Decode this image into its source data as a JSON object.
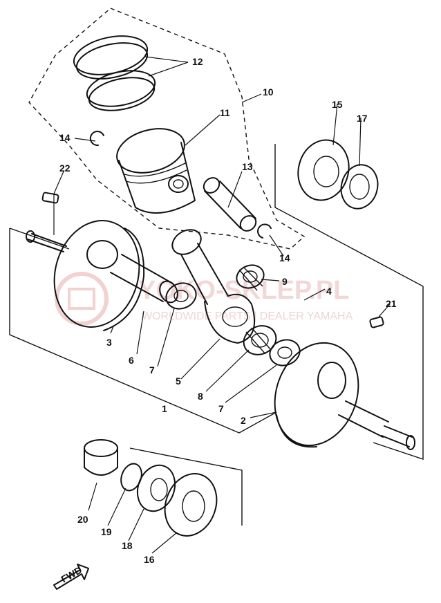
{
  "watermark": {
    "title": "YOKO-SKLEP.PL",
    "subtitle": "WORLDWIDE PARTS | DEALER YAMAHA"
  },
  "fwd_label": "FWD",
  "parts": [
    {
      "id": "p1",
      "label": "1"
    },
    {
      "id": "p2",
      "label": "2"
    },
    {
      "id": "p3",
      "label": "3"
    },
    {
      "id": "p4",
      "label": "4"
    },
    {
      "id": "p5",
      "label": "5"
    },
    {
      "id": "p6",
      "label": "6"
    },
    {
      "id": "p7a",
      "label": "7"
    },
    {
      "id": "p7b",
      "label": "7"
    },
    {
      "id": "p8",
      "label": "8"
    },
    {
      "id": "p9",
      "label": "9"
    },
    {
      "id": "p10",
      "label": "10"
    },
    {
      "id": "p11",
      "label": "11"
    },
    {
      "id": "p12",
      "label": "12"
    },
    {
      "id": "p13",
      "label": "13"
    },
    {
      "id": "p14a",
      "label": "14"
    },
    {
      "id": "p14b",
      "label": "14"
    },
    {
      "id": "p15",
      "label": "15"
    },
    {
      "id": "p16",
      "label": "16"
    },
    {
      "id": "p17",
      "label": "17"
    },
    {
      "id": "p18",
      "label": "18"
    },
    {
      "id": "p19",
      "label": "19"
    },
    {
      "id": "p20",
      "label": "20"
    },
    {
      "id": "p21",
      "label": "21"
    },
    {
      "id": "p22",
      "label": "22"
    }
  ]
}
